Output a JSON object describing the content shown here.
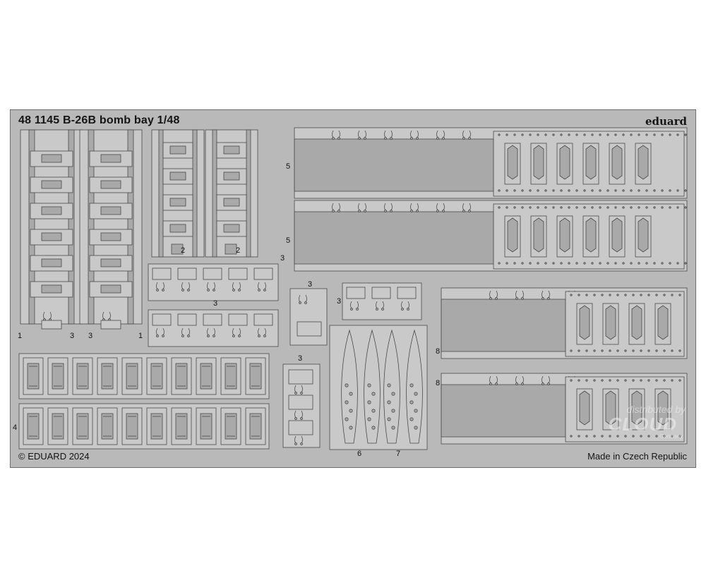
{
  "sheet": {
    "title": "48 1145 B-26B bomb bay 1/48",
    "brand": "eduard",
    "copyright": "© EDUARD 2024",
    "origin": "Made in Czech Republic",
    "watermark": {
      "line1": "distributed by",
      "line2": "CLOUD",
      "line3": "Germany"
    }
  },
  "part_numbers": {
    "p1a": "1",
    "p3a": "3",
    "p3b": "3",
    "p1b": "1",
    "p2a": "2",
    "p2b": "2",
    "p3c": "3",
    "p3d": "3",
    "p3e": "3",
    "p3f": "3",
    "p3g": "3",
    "p5a": "5",
    "p5b": "5",
    "p8a": "8",
    "p8b": "8",
    "p4": "4",
    "p6": "6",
    "p7": "7"
  },
  "colors": {
    "fret": "#b9b9b9",
    "part": "#c9c9c9",
    "part_outline": "#4a4a4a",
    "channel": "#a9a9a9"
  }
}
